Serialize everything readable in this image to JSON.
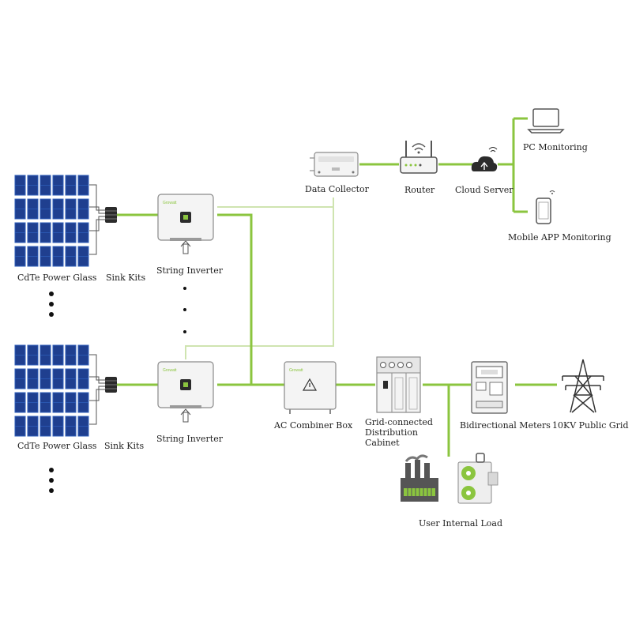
{
  "colors": {
    "link": "#8bc53f",
    "link_light": "#cfe4b0",
    "panel": "#1f3f8f",
    "panel_cell": "#2d5cb8",
    "device": "#f4f4f4",
    "device_stroke": "#8a8a8a",
    "dark": "#2b2b2b"
  },
  "labels": {
    "pv_top": "CdTe Power Glass",
    "pv_bottom": "CdTe Power Glass",
    "sink_top": "Sink Kits",
    "sink_bottom": "Sink Kits",
    "inverter_top": "String Inverter",
    "inverter_bottom": "String Inverter",
    "data_collector": "Data Collector",
    "router": "Router",
    "cloud_server": "Cloud Server",
    "pc_monitoring": "PC Monitoring",
    "mobile_monitoring": "Mobile APP Monitoring",
    "ac_combiner": "AC Combiner Box",
    "grid_cabinet": "Grid-connected Distribution Cabinet",
    "bidirectional_meters": "Bidirectional Meters",
    "public_grid": "10KV Public Grid",
    "user_load": "User Internal Load"
  },
  "icons": {
    "pv_array": "solar-panel-array-icon",
    "sink": "connector-kit-icon",
    "inverter": "string-inverter-icon",
    "collector": "data-collector-icon",
    "router": "router-icon",
    "cloud": "cloud-upload-icon",
    "pc": "laptop-icon",
    "mobile": "smartphone-icon",
    "combiner": "combiner-box-icon",
    "cabinet": "distribution-cabinet-icon",
    "meter": "electric-meter-icon",
    "tower": "transmission-tower-icon",
    "factory": "factory-icon",
    "ac_unit": "air-conditioner-icon"
  }
}
